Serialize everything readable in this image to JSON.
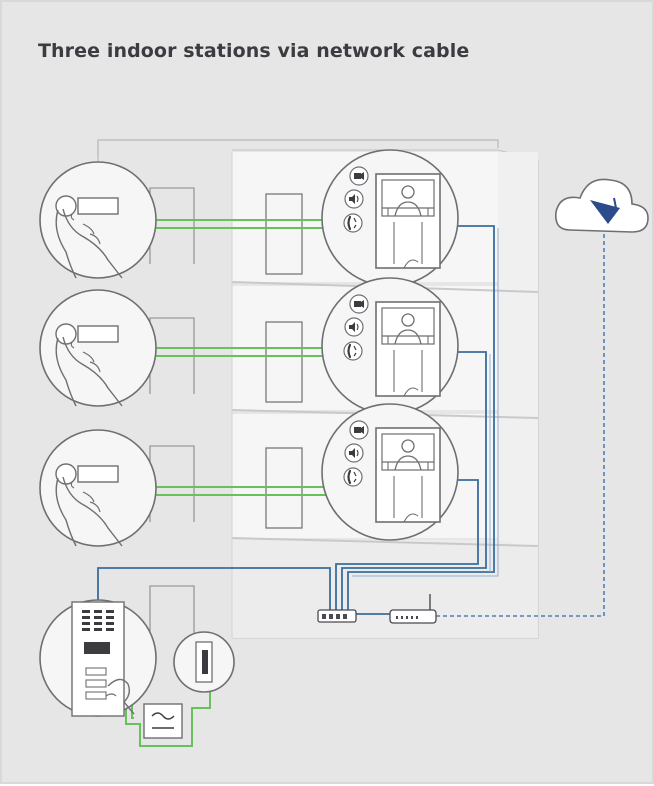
{
  "title": "Three indoor stations via network cable",
  "colors": {
    "background": "#e6e6e7",
    "line_art": "#6f6f73",
    "wall": "#f6f6f6",
    "two_wire_green": "#67c25a",
    "network_blue": "#3a6d9e",
    "cloud_dashed_blue": "#4f7fb4",
    "cloud_logo": "#2b4b8c"
  },
  "floors": [
    {
      "name": "floor-top",
      "indoor_station_icons": [
        "camera-icon",
        "speaker-icon",
        "phone-handset-icon"
      ]
    },
    {
      "name": "floor-middle",
      "indoor_station_icons": [
        "camera-icon",
        "speaker-icon",
        "phone-handset-icon"
      ]
    },
    {
      "name": "floor-bottom",
      "indoor_station_icons": [
        "camera-icon",
        "speaker-icon",
        "phone-handset-icon"
      ]
    }
  ],
  "devices": [
    "doorbell-button-icon",
    "door-station-icon",
    "door-opener-icon",
    "power-supply-icon",
    "network-switch-icon",
    "router-icon",
    "cloud-icon"
  ]
}
